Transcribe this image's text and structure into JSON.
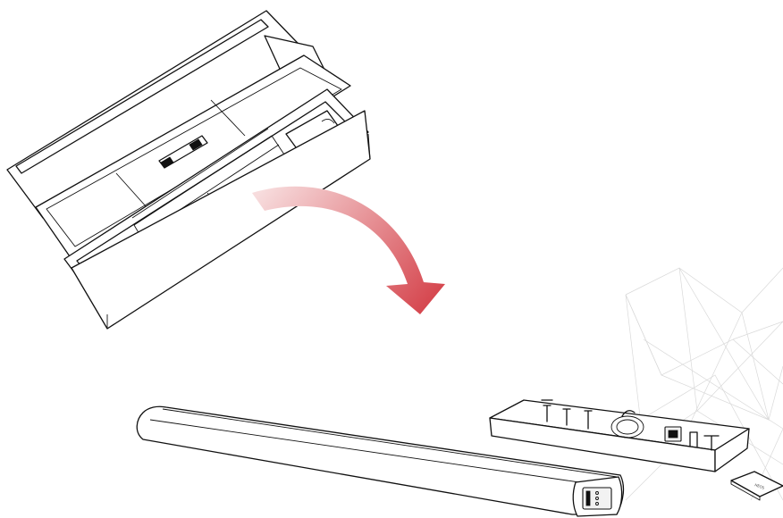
{
  "illustration": {
    "type": "unboxing-instructions",
    "background_color": "#ffffff",
    "arrow_color": "#d64850",
    "arrow_fade_color": "#f7dcdd",
    "line_color": "#111111",
    "decoration_color": "#d9d9d9",
    "items": [
      {
        "name": "packaging-box",
        "icon": "open-box-icon"
      },
      {
        "name": "unpack-arrow",
        "icon": "curved-arrow-icon"
      },
      {
        "name": "soundbar",
        "icon": "soundbar-icon"
      },
      {
        "name": "accessory-box",
        "icon": "accessory-box-icon"
      },
      {
        "name": "quick-start-card",
        "icon": "card-icon"
      }
    ],
    "card_text": "HEOS"
  }
}
